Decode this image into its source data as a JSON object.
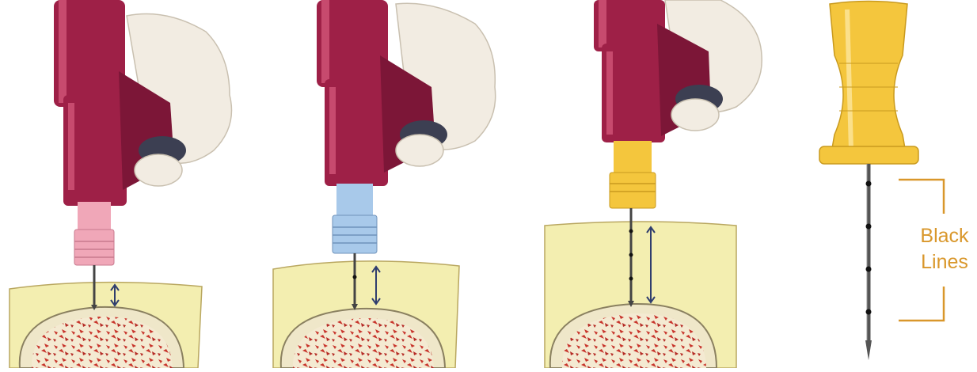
{
  "colors": {
    "driver_body": "#9e2047",
    "driver_shadow": "#7c1637",
    "driver_highlight": "#c74a6e",
    "grip_tan": "#f2ece2",
    "trigger_dark": "#3c3f52",
    "pink_hub": "#f0a7b8",
    "blue_hub": "#a8c9ea",
    "yellow_hub": "#f4c63d",
    "soft_tissue": "#f3eeb0",
    "bone_cortex": "#efe7c9",
    "marrow_red": "#c8352c",
    "needle": "#444444",
    "bracket": "#d9972b",
    "label_text": "#d9972b"
  },
  "panels": [
    {
      "hub_color": "pink",
      "tissue_depth": "shallow"
    },
    {
      "hub_color": "blue",
      "tissue_depth": "medium"
    },
    {
      "hub_color": "yellow",
      "tissue_depth": "deep"
    },
    {
      "hub_color": "yellow",
      "tissue_depth": "needle-only"
    }
  ],
  "annotation": {
    "label_line1": "Black",
    "label_line2": "Lines"
  },
  "icons": [
    "drill-driver-icon",
    "needle-set-icon",
    "depth-arrow-icon",
    "bracket-icon"
  ]
}
